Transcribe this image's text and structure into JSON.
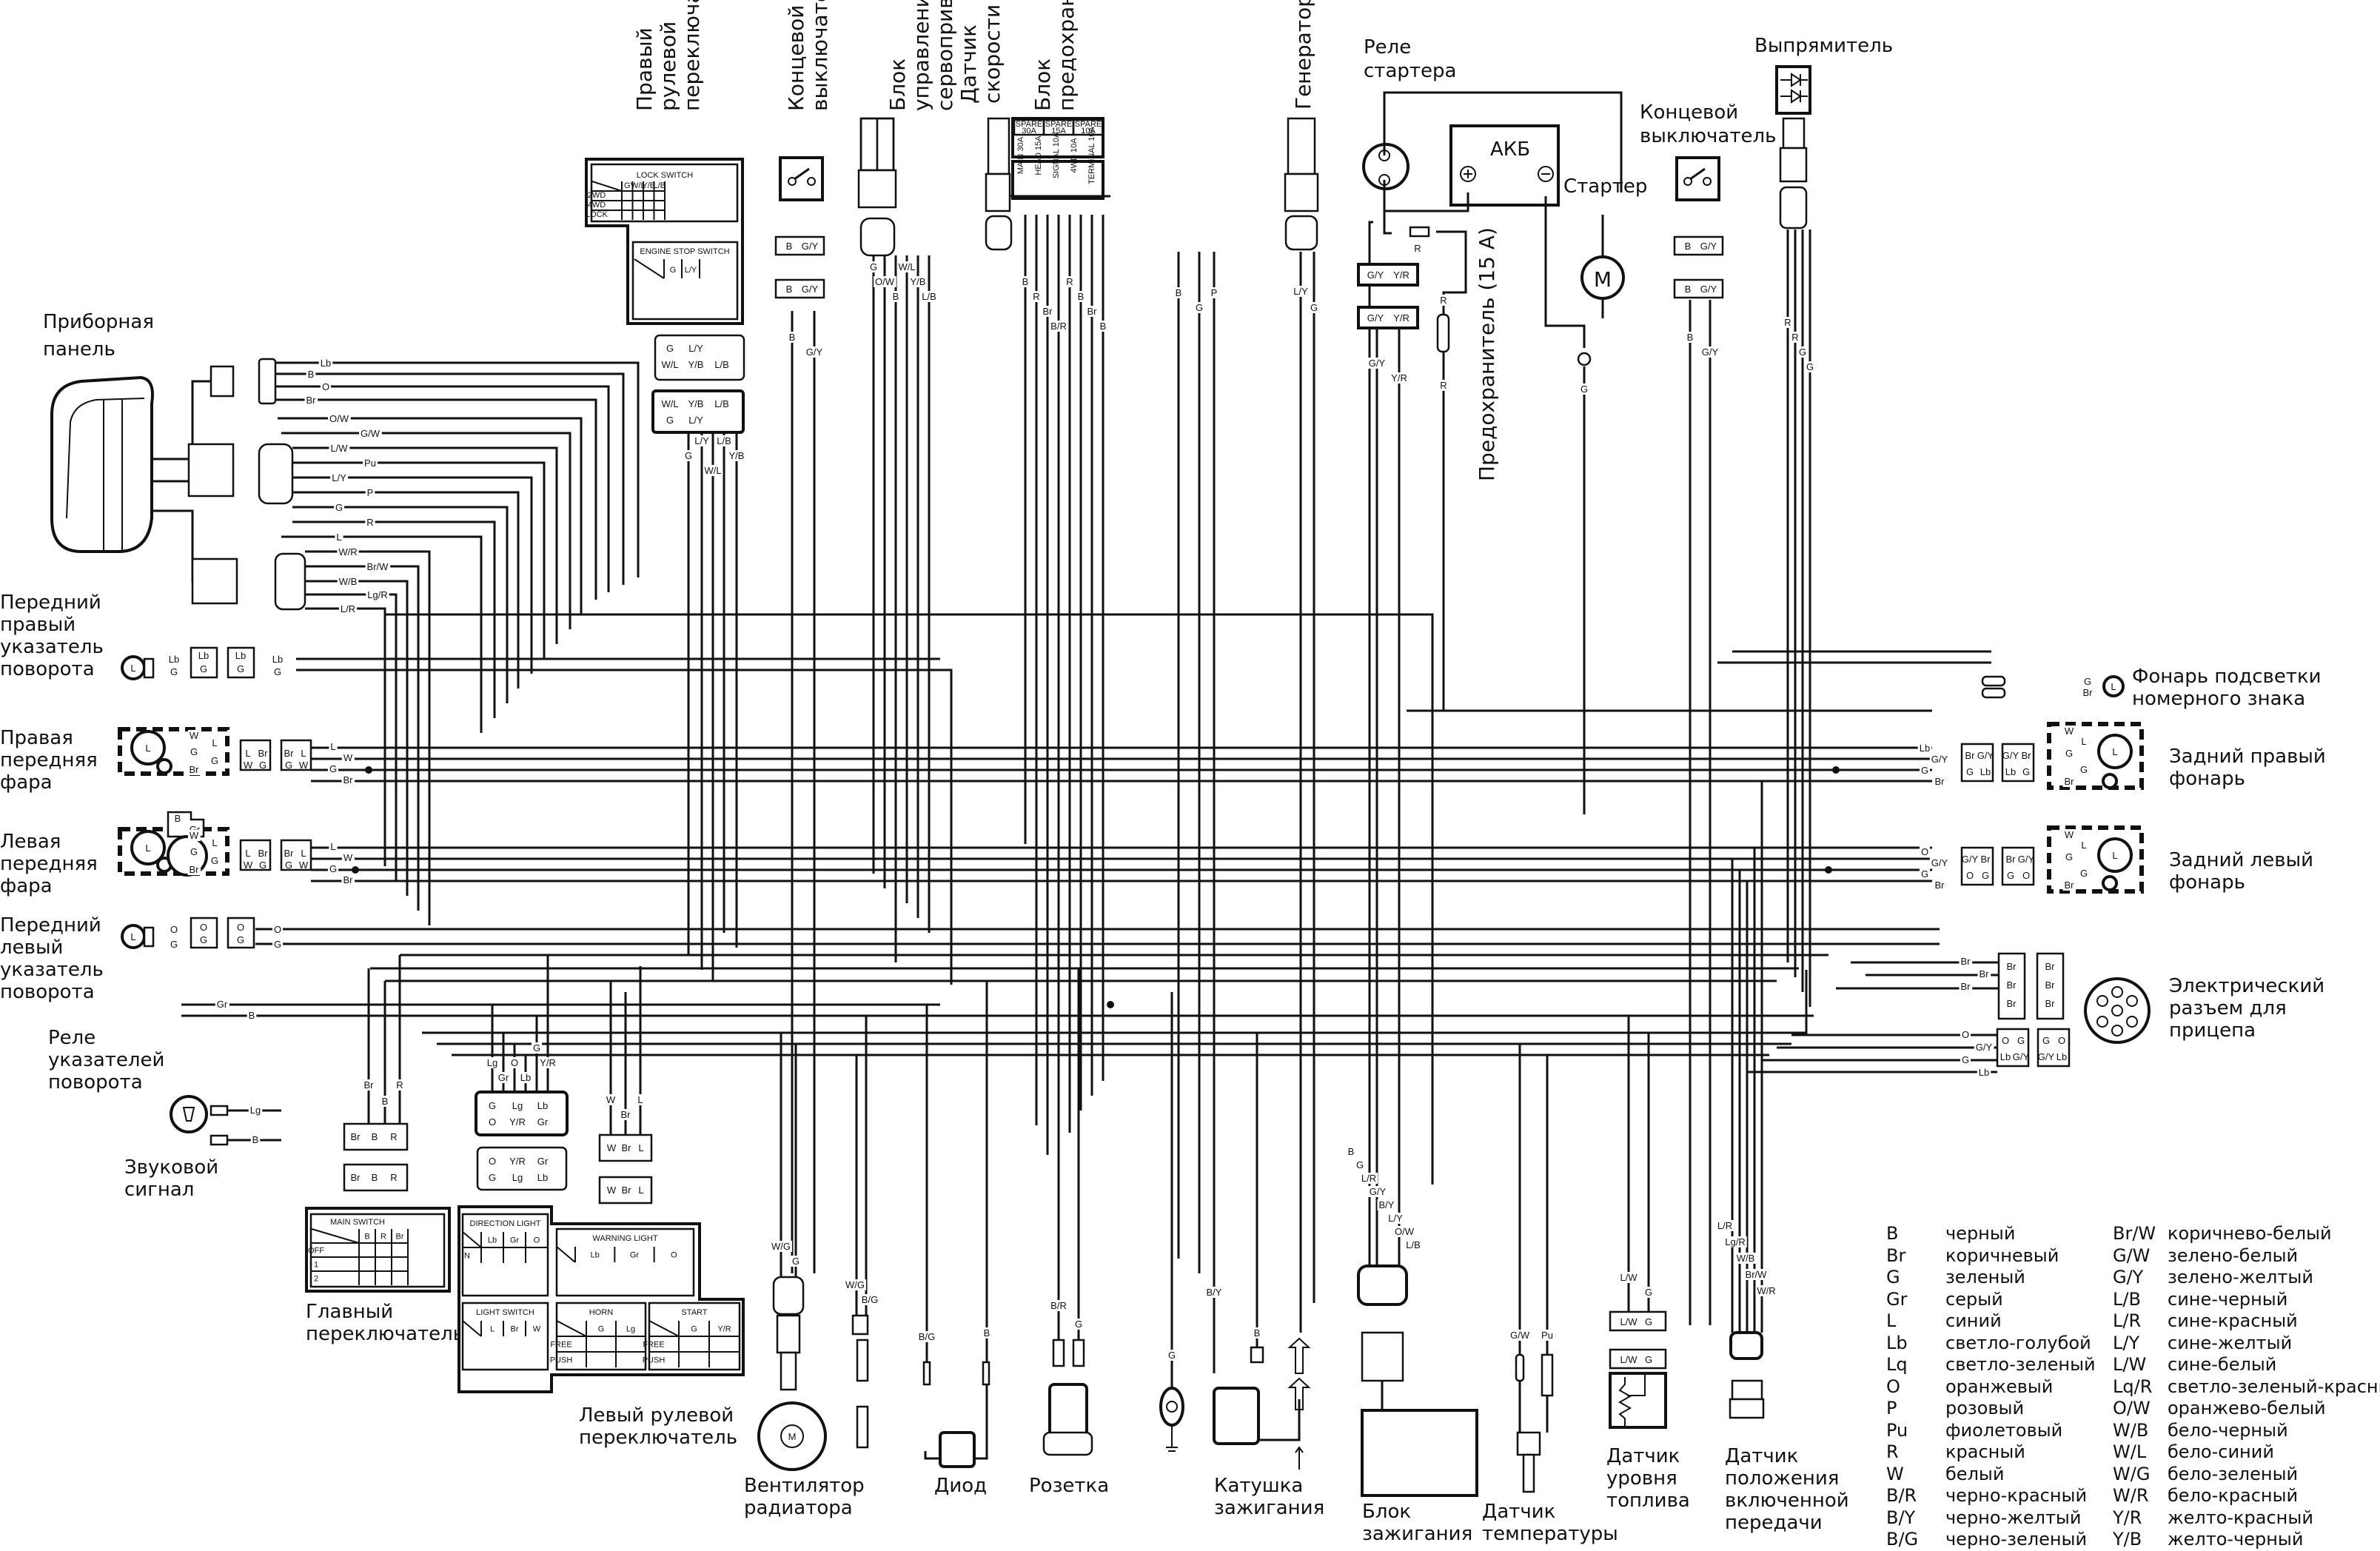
{
  "title": "Электрическая схема",
  "components": {
    "instrument_panel": "Приборная панель",
    "right_handlebar_switch": "Правый рулевой переключатель",
    "limit_switch_1": "Концевой выключатель",
    "servo_control_unit": "Блок управления сервоприводом",
    "fuse_block": "Блок предохранителей",
    "speed_sensor": "Датчик скорости",
    "generator": "Генератор",
    "starter_relay": "Реле стартера",
    "battery": "АКБ",
    "starter": "Стартер",
    "fuse_15a": "Предохранитель (15 А)",
    "limit_switch_2": "Концевой выключатель",
    "rectifier": "Выпрямитель",
    "front_right_turn": "Передний правый указатель поворота",
    "right_headlight": "Правая передняя фара",
    "left_headlight": "Левая передняя фара",
    "front_left_turn": "Передний левый указатель поворота",
    "turn_relay": "Реле указателей поворота",
    "horn": "Звуковой сигнал",
    "main_switch": "Главный переключатель",
    "left_handlebar_switch": "Левый рулевой переключатель",
    "radiator_fan": "Вентилятор радиатора",
    "diode": "Диод",
    "socket": "Розетка",
    "ignition_coil": "Катушка зажигания",
    "ignition_unit": "Блок зажигания",
    "temp_sensor": "Датчик температуры",
    "fuel_level_sensor": "Датчик уровня топлива",
    "gear_position_sensor": "Датчик положения включенной передачи",
    "license_plate_light": "Фонарь подсветки номерного знака",
    "rear_right_light": "Задний правый фонарь",
    "rear_left_light": "Задний левый фонарь",
    "trailer_connector": "Электрический разъем для прицепа"
  },
  "tables": {
    "lock_switch": {
      "title": "LOCK SWITCH",
      "columns": [
        "G",
        "W/L",
        "Y/B",
        "L/B"
      ],
      "rows": [
        "2WD",
        "4WD",
        "LOCK"
      ]
    },
    "engine_stop_switch": {
      "title": "ENGINE STOP SWITCH",
      "columns": [
        "G",
        "L/Y"
      ]
    },
    "main_switch": {
      "title": "MAIN SWITCH",
      "columns": [
        "B",
        "R",
        "Br"
      ],
      "rows": [
        "OFF",
        "1",
        "2"
      ]
    },
    "direction_light": {
      "title": "DIRECTION LIGHT",
      "columns": [
        "Lb",
        "Gr",
        "O"
      ],
      "rows": [
        "N"
      ]
    },
    "warning_light": {
      "title": "WARNING LIGHT",
      "columns": [
        "Lb",
        "Gr",
        "O"
      ]
    },
    "light_switch": {
      "title": "LIGHT SWITCH",
      "columns": [
        "L",
        "Br",
        "W"
      ]
    },
    "horn": {
      "title": "HORN",
      "columns": [
        "G",
        "Lg"
      ],
      "rows": [
        "FREE",
        "PUSH"
      ]
    },
    "start": {
      "title": "START",
      "columns": [
        "G",
        "Y/R"
      ],
      "rows": [
        "FREE",
        "PUSH"
      ]
    }
  },
  "fuses": [
    "SPARE 30A",
    "SPARE 15A",
    "SPARE 10A",
    "MAIN 30A",
    "HEAD 15A",
    "SIGNAL 10A",
    "4WD 10A",
    "TERMINAL 10A"
  ],
  "wires": {
    "instrument_top": [
      "Lb",
      "B",
      "O",
      "Br"
    ],
    "instrument_mid": [
      "O/W",
      "G/W",
      "L/W",
      "Pu",
      "L/Y",
      "P",
      "G",
      "R",
      "L"
    ],
    "instrument_bot": [
      "W/R",
      "Br/W",
      "W/B",
      "Lg/R",
      "L/R"
    ],
    "rhs_connector_top": [
      "G",
      "L/Y",
      "",
      "W/L",
      "Y/B",
      "L/B"
    ],
    "rhs_connector_bot": [
      "W/L",
      "Y/B",
      "L/B",
      "G",
      "L/Y",
      ""
    ],
    "rhs_out": [
      "G",
      "L/Y",
      "W/L",
      "L/B",
      "Y/B"
    ],
    "limit1_pins": [
      "B",
      "G/Y"
    ],
    "servo_out": [
      "G",
      "O/W",
      "B",
      "W/L",
      "Y/B",
      "L/B"
    ],
    "fuse_out": [
      "B",
      "R",
      "Br",
      "B/R",
      "R",
      "B",
      "Br",
      "B"
    ],
    "speed_out": [
      "B",
      "G",
      "P"
    ],
    "gen_out": [
      "L/Y",
      "G"
    ],
    "relay_pins": [
      "G/Y",
      "Y/R"
    ],
    "fuse15_wire": "R",
    "starter_ground": "G",
    "limit2_pins": [
      "B",
      "G/Y"
    ],
    "rectifier_out": [
      "R",
      "R",
      "G",
      "G"
    ],
    "fr_turn": [
      "Lb",
      "G"
    ],
    "headlight_wires": [
      "W",
      "L",
      "G",
      "G",
      "Br"
    ],
    "headlight_conn": [
      "L",
      "Br",
      "W",
      "G"
    ],
    "fl_turn": [
      "O",
      "G"
    ],
    "relay_turn": [
      "B",
      "Gr"
    ],
    "horn_wires": [
      "Lg",
      "B"
    ],
    "main_sw_conn": [
      "Br",
      "B",
      "R"
    ],
    "left_sw_wires": [
      "Lg",
      "Gr",
      "O",
      "Lb",
      "G",
      "Y/R"
    ],
    "left_sw_conn_top": [
      "G",
      "Lg",
      "Lb",
      "O",
      "Y/R",
      "Gr"
    ],
    "left_sw_conn_bot": [
      "O",
      "Y/R",
      "Gr",
      "G",
      "Lg",
      "Lb"
    ],
    "light_conn": [
      "W",
      "Br",
      "L"
    ],
    "fan": [
      "W/G",
      "G"
    ],
    "fan_switch": [
      "W/G",
      "B/G"
    ],
    "diode": [
      "B/G",
      "B"
    ],
    "socket": [
      "B/R",
      "G"
    ],
    "ground": "G",
    "coil": [
      "B/Y",
      "B"
    ],
    "ignition": [
      "B",
      "G",
      "L/R",
      "G/Y",
      "B/Y",
      "L/Y",
      "O/W",
      "L/B"
    ],
    "temp": [
      "G/W",
      "Pu"
    ],
    "fuel": [
      "L/W",
      "G"
    ],
    "gear": [
      "L/R",
      "Lg/R",
      "W/B",
      "Br/W",
      "W/R"
    ],
    "plate": [
      "G",
      "Br"
    ],
    "rear_right_in": [
      "Lb",
      "G/Y",
      "G",
      "Br"
    ],
    "rear_right_conn": [
      "Br",
      "G/Y",
      "G",
      "Lb"
    ],
    "rear_left_in": [
      "O",
      "G/Y",
      "G",
      "Br"
    ],
    "rear_left_conn": [
      "G/Y",
      "Br",
      "O",
      "G"
    ],
    "rear_lamp": [
      "W",
      "L",
      "G",
      "G",
      "Br"
    ],
    "trailer_br": [
      "Br",
      "Br",
      "Br"
    ],
    "trailer_in": [
      "O",
      "G/Y",
      "G",
      "Lb"
    ],
    "trailer_conn": [
      "O",
      "G",
      "Lb",
      "G/Y"
    ],
    "bulb": "L",
    "motor": "M"
  },
  "legend": {
    "left": [
      {
        "code": "B",
        "name": "черный"
      },
      {
        "code": "Br",
        "name": "коричневый"
      },
      {
        "code": "G",
        "name": "зеленый"
      },
      {
        "code": "Gr",
        "name": "серый"
      },
      {
        "code": "L",
        "name": "синий"
      },
      {
        "code": "Lb",
        "name": "светло-голубой"
      },
      {
        "code": "Lq",
        "name": "светло-зеленый"
      },
      {
        "code": "O",
        "name": "оранжевый"
      },
      {
        "code": "P",
        "name": "розовый"
      },
      {
        "code": "Pu",
        "name": "фиолетовый"
      },
      {
        "code": "R",
        "name": "красный"
      },
      {
        "code": "W",
        "name": "белый"
      },
      {
        "code": "B/R",
        "name": "черно-красный"
      },
      {
        "code": "B/Y",
        "name": "черно-желтый"
      },
      {
        "code": "B/G",
        "name": "черно-зеленый"
      }
    ],
    "right": [
      {
        "code": "Br/W",
        "name": "коричнево-белый"
      },
      {
        "code": "G/W",
        "name": "зелено-белый"
      },
      {
        "code": "G/Y",
        "name": "зелено-желтый"
      },
      {
        "code": "L/B",
        "name": "сине-черный"
      },
      {
        "code": "L/R",
        "name": "сине-красный"
      },
      {
        "code": "L/Y",
        "name": "сине-желтый"
      },
      {
        "code": "L/W",
        "name": "сине-белый"
      },
      {
        "code": "Lq/R",
        "name": "светло-зеленый-красный"
      },
      {
        "code": "O/W",
        "name": "оранжево-белый"
      },
      {
        "code": "W/B",
        "name": "бело-черный"
      },
      {
        "code": "W/L",
        "name": "бело-синий"
      },
      {
        "code": "W/G",
        "name": "бело-зеленый"
      },
      {
        "code": "W/R",
        "name": "бело-красный"
      },
      {
        "code": "Y/R",
        "name": "желто-красный"
      },
      {
        "code": "Y/B",
        "name": "желто-черный"
      }
    ]
  }
}
